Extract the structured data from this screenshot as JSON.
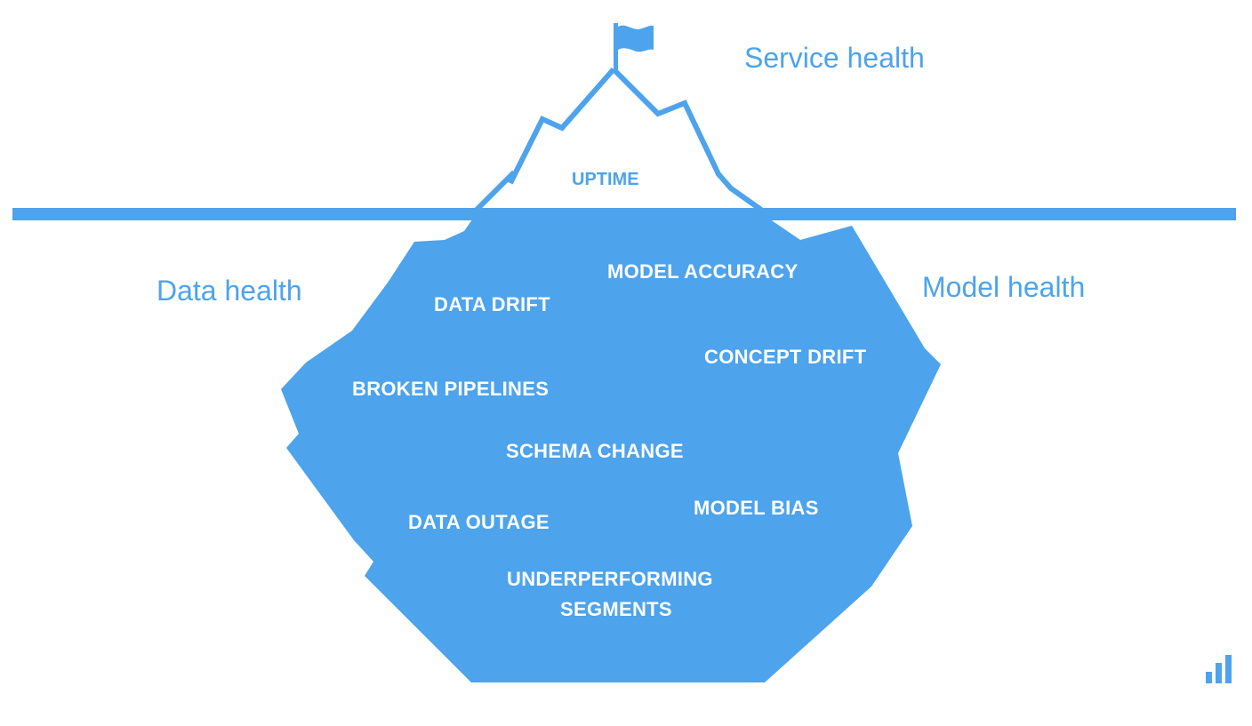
{
  "colors": {
    "accent": "#4da3ec",
    "item_text": "#ffffff",
    "background": "#ffffff"
  },
  "icons": {
    "flag": "flag-icon",
    "logo": "bar-chart-logo-icon"
  },
  "sections": {
    "service": "Service health",
    "data": "Data health",
    "model": "Model health"
  },
  "peak": {
    "label": "UPTIME"
  },
  "items": {
    "model_accuracy": "MODEL ACCURACY",
    "data_drift": "DATA DRIFT",
    "concept_drift": "CONCEPT DRIFT",
    "broken_pipelines": "BROKEN PIPELINES",
    "schema_change": "SCHEMA CHANGE",
    "model_bias": "MODEL BIAS",
    "data_outage": "DATA OUTAGE",
    "underperforming_line1": "UNDERPERFORMING",
    "underperforming_line2": "SEGMENTS"
  }
}
